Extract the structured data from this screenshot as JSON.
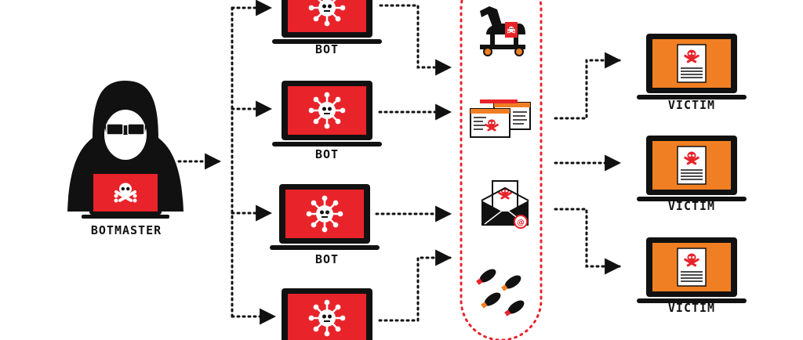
{
  "labels": {
    "botmaster": "BOTMASTER",
    "bot": "BOT",
    "victim": "VICTIM"
  },
  "colors": {
    "red": "#e8232a",
    "orange": "#f07f23",
    "black": "#111111",
    "panel_dots": "#e8232a"
  },
  "nodes": {
    "botmaster": {
      "label": "BOTMASTER"
    },
    "bots": [
      {
        "label": "BOT"
      },
      {
        "label": "BOT"
      },
      {
        "label": "BOT"
      },
      {
        "label": ""
      }
    ],
    "attacks": [
      {
        "icon": "trojan-horse-icon"
      },
      {
        "icon": "spam-windows-icon"
      },
      {
        "icon": "phishing-email-icon"
      },
      {
        "icon": "bombs-icon"
      }
    ],
    "victims": [
      {
        "label": "VICTIM"
      },
      {
        "label": "VICTIM"
      },
      {
        "label": "VICTIM"
      }
    ]
  }
}
